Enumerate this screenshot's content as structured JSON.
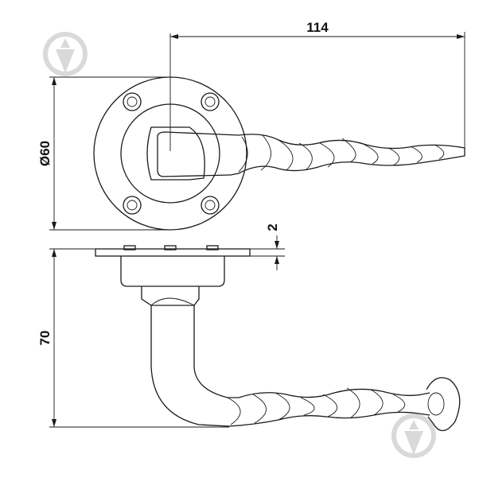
{
  "dimensions": {
    "length": "114",
    "diameter": "Ø60",
    "rose_thickness": "2",
    "height": "70"
  },
  "watermark": {
    "icon": "drop-pin-logo-icon"
  },
  "colors": {
    "line": "#1a1a1a",
    "watermark": "#d9d9d9",
    "background": "#ffffff"
  }
}
